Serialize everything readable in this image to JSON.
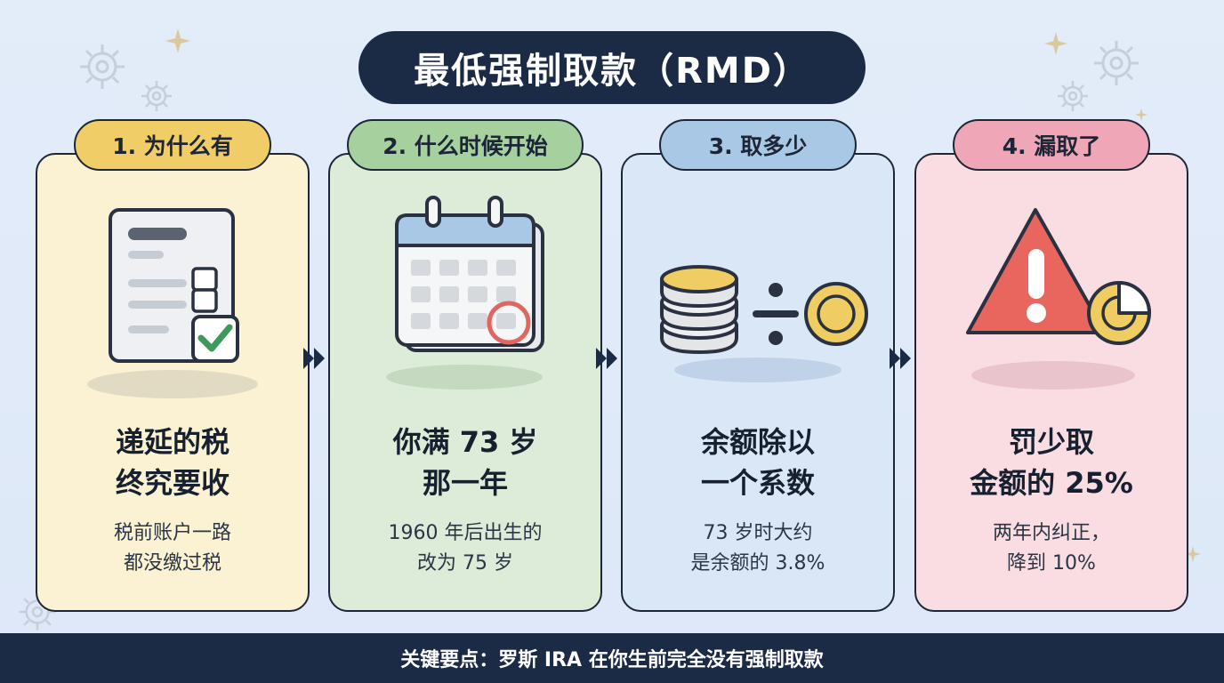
{
  "title": "最低强制取款（RMD）",
  "steps": [
    {
      "tab": "1. 为什么有",
      "heading_lines": [
        "递延的税",
        "终究要收"
      ],
      "sub_lines": [
        "税前账户一路",
        "都没缴过税"
      ],
      "icon": "tax-form-check-icon"
    },
    {
      "tab": "2. 什么时候开始",
      "heading_lines": [
        "你满 73 岁",
        "那一年"
      ],
      "sub_lines": [
        "1960 年后出生的",
        "改为 75 岁"
      ],
      "icon": "calendar-icon"
    },
    {
      "tab": "3. 取多少",
      "heading_lines": [
        "余额除以",
        "一个系数"
      ],
      "sub_lines": [
        "73 岁时大约",
        "是余额的 3.8%"
      ],
      "icon": "coins-divide-icon"
    },
    {
      "tab": "4. 漏取了",
      "heading_lines": [
        "罚少取",
        "金额的 25%"
      ],
      "sub_lines": [
        "两年内纠正，",
        "降到 10%"
      ],
      "icon": "warning-penalty-icon"
    }
  ],
  "footer": "关键要点：罗斯 IRA 在你生前完全没有强制取款",
  "colors": {
    "navy": "#1b2a45",
    "yellow": "#f1cd67",
    "green": "#a6d09d",
    "blue": "#a8c8e6",
    "pink": "#efa6b6",
    "alert_red": "#e8665e"
  }
}
